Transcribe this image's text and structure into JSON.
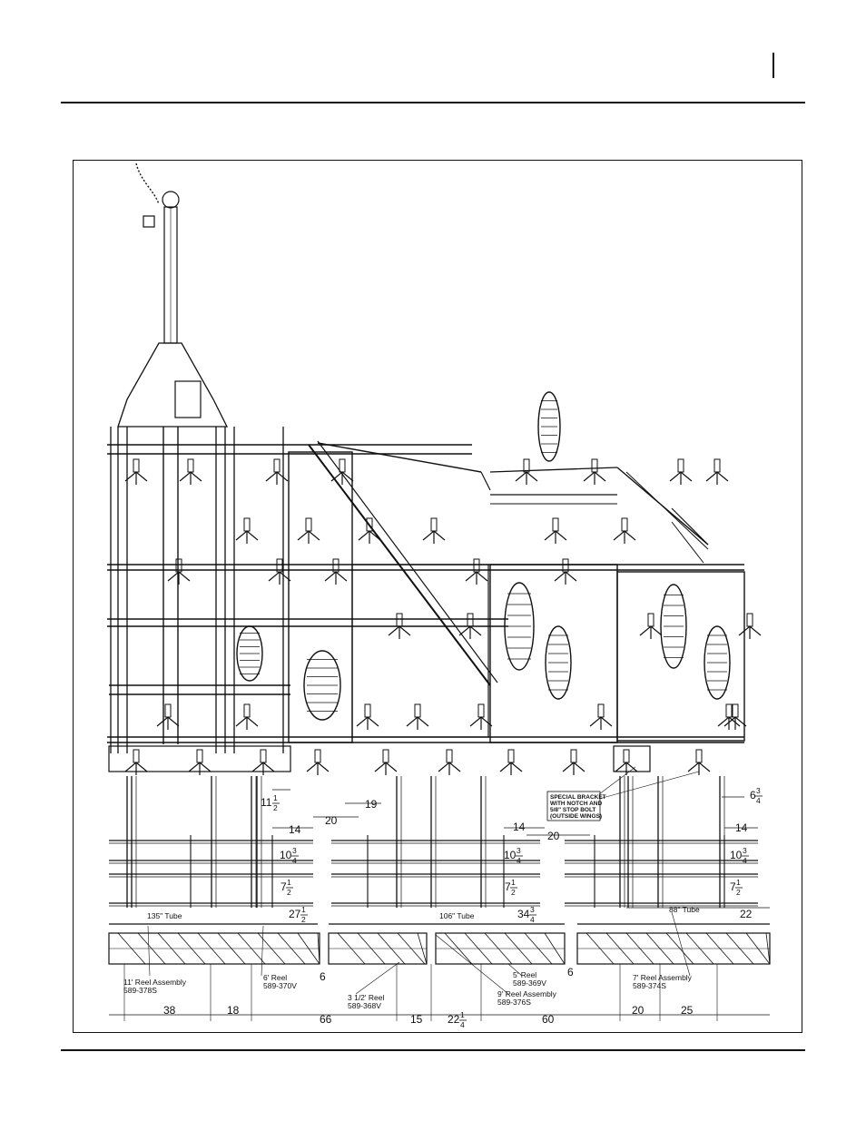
{
  "diagram": {
    "tubes": [
      "135\" Tube",
      "106\" Tube",
      "88\" Tube"
    ],
    "reels": [
      {
        "name": "11' Reel Assembly",
        "part": "589-378S"
      },
      {
        "name": "6' Reel",
        "part": "589-370V"
      },
      {
        "name": "3 1/2' Reel",
        "part": "589-368V"
      },
      {
        "name": "9' Reel Assembly",
        "part": "589-376S"
      },
      {
        "name": "5' Reel",
        "part": "589-369V"
      },
      {
        "name": "7' Reel Assembly",
        "part": "589-374S"
      }
    ],
    "special_bracket_note": [
      "SPECIAL BRACKET",
      "WITH NOTCH AND",
      "5/8\" STOP BOLT",
      "(OUTSIDE WINGS)"
    ],
    "dims": {
      "d11": "11",
      "d11_frac_n": "1",
      "d11_frac_d": "2",
      "d19": "19",
      "d20a": "20",
      "d20b": "20",
      "d14a": "14",
      "d14b": "14",
      "d14c": "14",
      "d6w": "6",
      "d6w_n": "3",
      "d6w_d": "4",
      "d10a": "10",
      "d10b": "10",
      "d10c": "10",
      "frac34_n": "3",
      "frac34_d": "4",
      "d7a": "7",
      "d7b": "7",
      "d7c": "7",
      "frac12_n": "1",
      "frac12_d": "2",
      "d27": "27",
      "d34": "34",
      "d22": "22",
      "d6a": "6",
      "d6b": "6",
      "bottom": [
        "38",
        "18",
        "66",
        "15",
        "22",
        "60",
        "20",
        "25"
      ],
      "d22_n": "1",
      "d22_d": "4"
    }
  }
}
